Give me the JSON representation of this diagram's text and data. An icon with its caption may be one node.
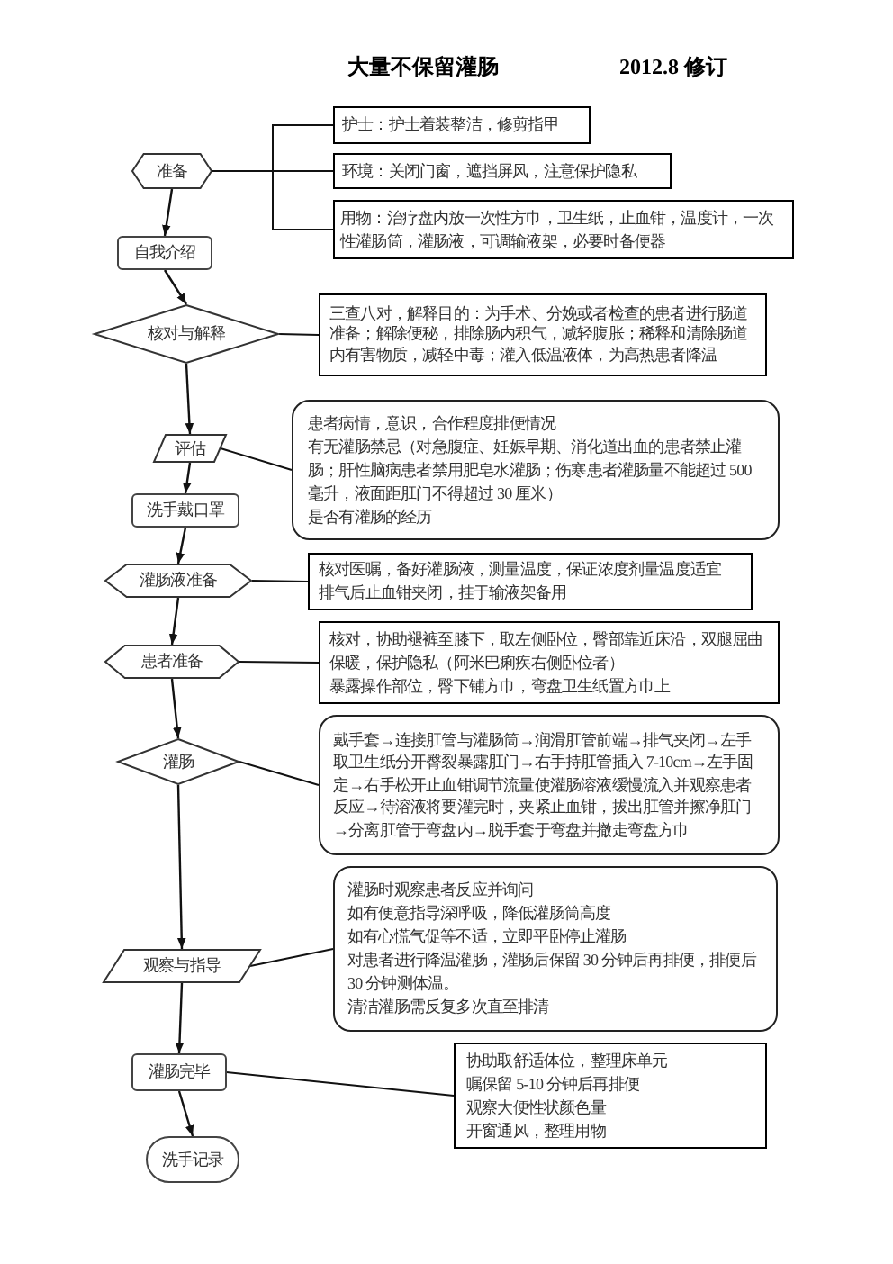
{
  "diagram": {
    "title": "大量不保留灌肠",
    "nodes": [
      {
        "text": [
          "准备"
        ]
      },
      {
        "text": [
          "护士：护士着装整洁，修剪指甲"
        ]
      },
      {
        "text": [
          "环境：关闭门窗，遮挡屏风，注意保护隐私"
        ]
      },
      {
        "text": [
          "用物：治疗盘内放一次性方巾，卫生纸，止血钳，温度计，一次性灌肠筒，灌肠液，可调输液架，必要时备便器"
        ]
      },
      {
        "text": [
          "自我介绍"
        ]
      },
      {
        "text": [
          "核对与解释"
        ]
      },
      {
        "text": [
          "三查八对，解释目的：为手术、分娩或者检查的患者进行肠道准备；解除便秘，排除肠内积气，减轻腹胀；稀释和清除肠道内有害物质，减轻中毒；灌入低温液体，为高热患者降温"
        ]
      },
      {
        "text": [
          "评估"
        ]
      },
      {
        "text": [
          "患者病情，意识，合作程度排便情况",
          "有无灌肠禁忌（对急腹症、妊娠早期、消化道出血的患者禁止灌肠；肝性脑病患者禁用肥皂水灌肠；伤寒患者灌肠量不能超过 500 毫升，液面距肛门不得超过 30 厘米）",
          "是否有灌肠的经历"
        ]
      },
      {
        "text": [
          "洗手戴口罩"
        ]
      },
      {
        "text": [
          "灌肠液准备"
        ]
      },
      {
        "text": [
          "核对医嘱，备好灌肠液，测量温度，保证浓度剂量温度适宜",
          "排气后止血钳夹闭，挂于输液架备用"
        ]
      },
      {
        "text": [
          "患者准备"
        ]
      },
      {
        "text": [
          "核对，协助褪裤至膝下，取左侧卧位，臀部靠近床沿，双腿屈曲保暖，保护隐私（阿米巴痢疾右侧卧位者）",
          "暴露操作部位，臀下铺方巾，弯盘卫生纸置方巾上"
        ]
      },
      {
        "text": [
          "灌肠"
        ]
      },
      {
        "text": [
          "戴手套→连接肛管与灌肠筒→润滑肛管前端→排气夹闭→左手取卫生纸分开臀裂暴露肛门→右手持肛管插入 7-10cm→左手固定→右手松开止血钳调节流量使灌肠溶液缓慢流入并观察患者反应→待溶液将要灌完时，夹紧止血钳，拔出肛管并擦净肛门→分离肛管于弯盘内→脱手套于弯盘并撤走弯盘方巾"
        ]
      },
      {
        "text": [
          "观察与指导"
        ]
      },
      {
        "text": [
          "灌肠时观察患者反应并询问",
          "如有便意指导深呼吸，降低灌肠筒高度",
          "如有心慌气促等不适，立即平卧停止灌肠",
          "对患者进行降温灌肠，灌肠后保留 30 分钟后再排便，排便后 30 分钟测体温。",
          "清洁灌肠需反复多次直至排清"
        ]
      },
      {
        "text": [
          "灌肠完毕"
        ]
      },
      {
        "text": [
          "协助取舒适体位，整理床单元",
          "嘱保留 5-10 分钟后再排便",
          "观察大便性状颜色量",
          "开窗通风，整理用物"
        ]
      },
      {
        "text": [
          "洗手记录"
        ]
      }
    ],
    "edges": [
      {
        "from": 0,
        "to": 1,
        "arrow": "none"
      },
      {
        "from": 0,
        "to": 2,
        "arrow": "none"
      },
      {
        "from": 0,
        "to": 3,
        "arrow": "none"
      },
      {
        "from": 0,
        "to": 4,
        "arrow": "to"
      },
      {
        "from": 4,
        "to": 5,
        "arrow": "to"
      },
      {
        "from": 5,
        "to": 6,
        "arrow": "none"
      },
      {
        "from": 5,
        "to": 7,
        "arrow": "to"
      },
      {
        "from": 7,
        "to": 8,
        "arrow": "none"
      },
      {
        "from": 7,
        "to": 9,
        "arrow": "to"
      },
      {
        "from": 9,
        "to": 10,
        "arrow": "to"
      },
      {
        "from": 10,
        "to": 11,
        "arrow": "none"
      },
      {
        "from": 10,
        "to": 12,
        "arrow": "to"
      },
      {
        "from": 12,
        "to": 13,
        "arrow": "none"
      },
      {
        "from": 12,
        "to": 14,
        "arrow": "to"
      },
      {
        "from": 14,
        "to": 15,
        "arrow": "none"
      },
      {
        "from": 14,
        "to": 16,
        "arrow": "to"
      },
      {
        "from": 16,
        "to": 17,
        "arrow": "none"
      },
      {
        "from": 16,
        "to": 18,
        "arrow": "to"
      },
      {
        "from": 18,
        "to": 19,
        "arrow": "none"
      },
      {
        "from": 18,
        "to": 20,
        "arrow": "to"
      }
    ],
    "labels": [
      "2012.8 修订"
    ]
  }
}
